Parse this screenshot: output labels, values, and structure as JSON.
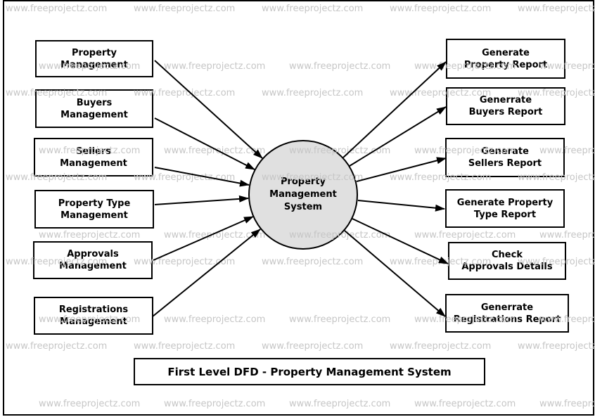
{
  "diagram": {
    "title": "First Level DFD - Property Management System",
    "process_label": "Property\nManagement\nSystem",
    "left_entities": [
      {
        "label": "Property\nManagement"
      },
      {
        "label": "Buyers\nManagement"
      },
      {
        "label": "Sellers\nManagement"
      },
      {
        "label": "Property Type\nManagement"
      },
      {
        "label": "Approvals\nManagement"
      },
      {
        "label": "Registrations\nManagement"
      }
    ],
    "right_entities": [
      {
        "label": "Generate\nProperty Report"
      },
      {
        "label": "Generrate\nBuyers Report"
      },
      {
        "label": "Generate\nSellers Report"
      },
      {
        "label": "Generate Property\nType Report"
      },
      {
        "label": "Check\nApprovals Details"
      },
      {
        "label": "Generrate\nRegistrations Report"
      }
    ],
    "colors": {
      "process_fill": "#e0e0e0",
      "stroke": "#000000",
      "background": "#ffffff",
      "watermark": "#c6c6c6"
    }
  },
  "watermark": {
    "text": "www.freeprojectz.com"
  }
}
